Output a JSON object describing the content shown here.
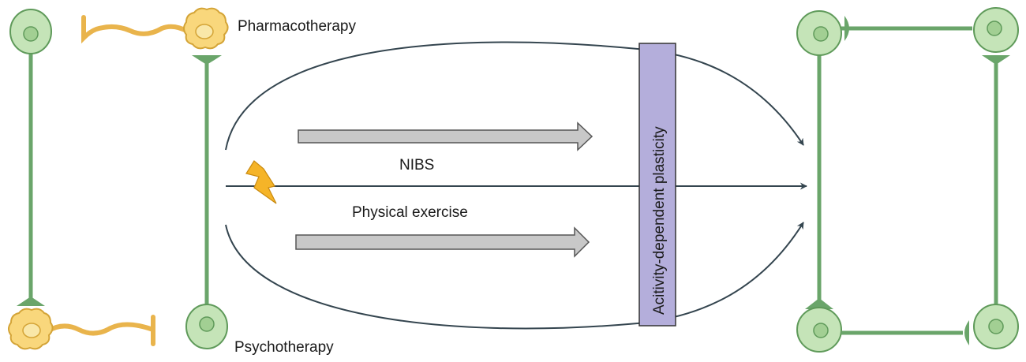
{
  "labels": {
    "pharmacotherapy": "Pharmacotherapy",
    "psychotherapy": "Psychotherapy",
    "nibs": "NIBS",
    "physical_exercise": "Physical exercise",
    "plasticity": "Acitivity-dependent plasticity"
  },
  "colors": {
    "neuron_fill": "#c5e4b8",
    "neuron_stroke": "#5f9a5a",
    "axon": "#6aa56a",
    "glia_fill": "#f9d77c",
    "glia_stroke": "#d4a437",
    "arrow_line": "#34454f",
    "block_arrow_fill": "#c8c8c8",
    "block_arrow_stroke": "#555555",
    "plasticity_box_fill": "#b4aedb",
    "plasticity_box_stroke": "#333333",
    "bolt_fill": "#f5b428"
  },
  "icons": {
    "stimulation": "lightning-bolt-icon"
  }
}
